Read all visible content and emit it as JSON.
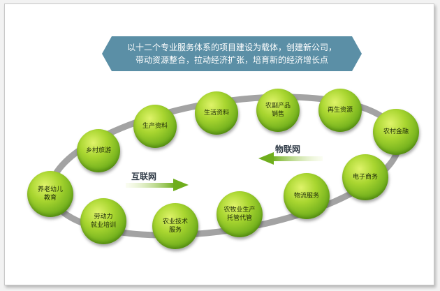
{
  "banner": {
    "line1": "以十二个专业服务体系的项目建设为载体，创建新公司，",
    "line2": "带动资源整合，拉动经济扩张，培育新的经济增长点"
  },
  "flows": {
    "internet": "互联网",
    "iot": "物联网"
  },
  "nodes": [
    {
      "id": "elderly",
      "label": "养老幼儿\n教育"
    },
    {
      "id": "rural-tourism",
      "label": "乡村旅游"
    },
    {
      "id": "production-materials",
      "label": "生产资料"
    },
    {
      "id": "living-materials",
      "label": "生活资料"
    },
    {
      "id": "agri-sales",
      "label": "农副产品\n销售"
    },
    {
      "id": "renewable",
      "label": "再生资源"
    },
    {
      "id": "rural-finance",
      "label": "农村金融"
    },
    {
      "id": "ecommerce",
      "label": "电子商务"
    },
    {
      "id": "logistics",
      "label": "物流服务"
    },
    {
      "id": "farming-trust",
      "label": "农牧业生产\n托管代管"
    },
    {
      "id": "agri-tech",
      "label": "农业技术\n服务"
    },
    {
      "id": "labor-training",
      "label": "劳动力\n就业培训"
    }
  ],
  "colors": {
    "banner": "#5b8fa6",
    "ring": "#a8a8a8",
    "node": "#8cc828",
    "arrow": "#7ab82a"
  }
}
